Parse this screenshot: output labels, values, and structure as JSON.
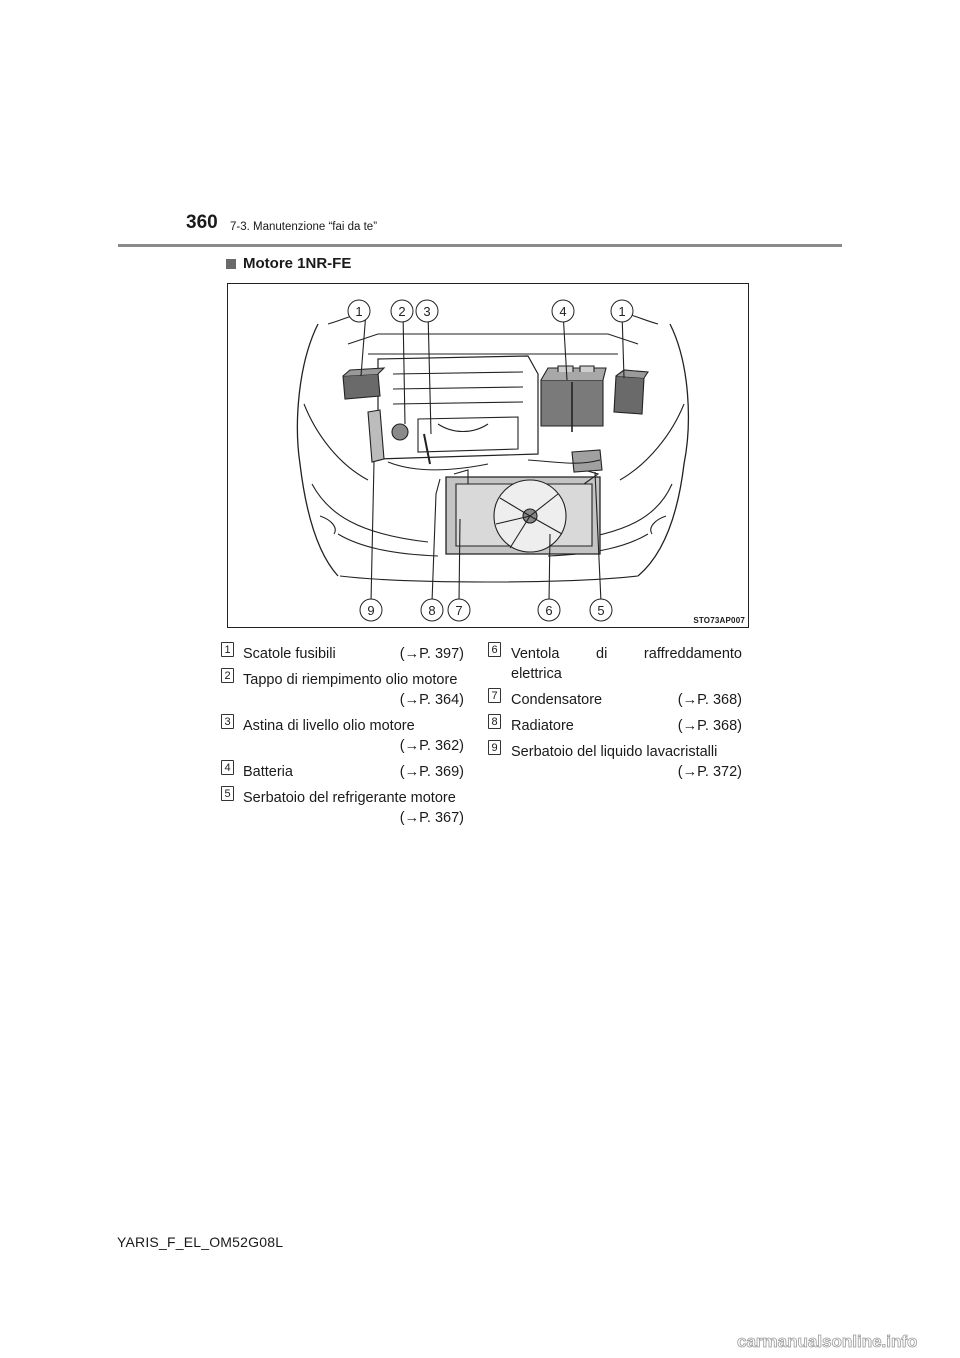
{
  "page_number": "360",
  "chapter": "7-3. Manutenzione “fai da te”",
  "section_title": "Motore 1NR-FE",
  "figure": {
    "code": "STO73AP007",
    "callouts": [
      "1",
      "2",
      "3",
      "4",
      "1",
      "9",
      "8",
      "7",
      "6",
      "5"
    ]
  },
  "items_left": [
    {
      "num": "1",
      "label": "Scatole fusibili",
      "ref": "(→P. 397)"
    },
    {
      "num": "2",
      "label": "Tappo di riempimento olio motore",
      "ref": "(→P. 364)"
    },
    {
      "num": "3",
      "label": "Astina di livello olio motore",
      "ref": "(→P. 362)"
    },
    {
      "num": "4",
      "label": "Batteria",
      "ref": "(→P. 369)"
    },
    {
      "num": "5",
      "label": "Serbatoio del refrigerante motore",
      "ref": "(→P. 367)"
    }
  ],
  "items_right": [
    {
      "num": "6",
      "label1": "Ventola di raffreddamento",
      "label2": "elettrica"
    },
    {
      "num": "7",
      "label": "Condensatore",
      "ref": "(→P. 368)"
    },
    {
      "num": "8",
      "label": "Radiatore",
      "ref": "(→P. 368)"
    },
    {
      "num": "9",
      "label": "Serbatoio del liquido lavacristalli",
      "ref": "(→P. 372)"
    }
  ],
  "footer": "YARIS_F_EL_OM52G08L",
  "watermark": "carmanualsonline.info"
}
